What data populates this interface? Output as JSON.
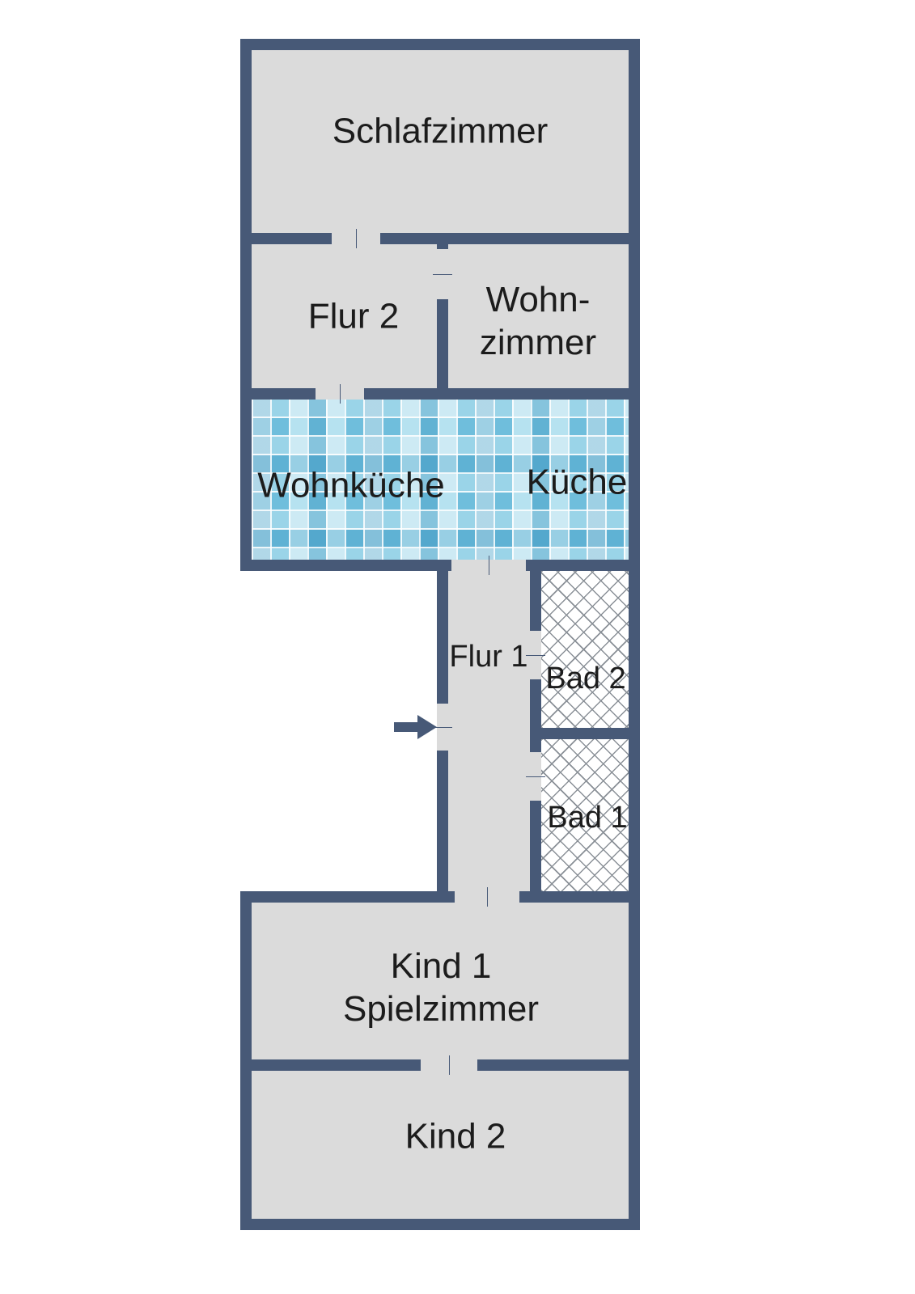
{
  "floorplan": {
    "rooms": {
      "schlafzimmer": {
        "label": "Schlafzimmer"
      },
      "flur2": {
        "label": "Flur 2"
      },
      "wohnzimmer": {
        "line1": "Wohn-",
        "line2": "zimmer"
      },
      "wohnkueche": {
        "label": "Wohnküche"
      },
      "kueche": {
        "label": "Küche"
      },
      "flur1": {
        "label": "Flur 1"
      },
      "bad2": {
        "label": "Bad 2"
      },
      "bad1": {
        "label": "Bad 1"
      },
      "kind1": {
        "line1": "Kind 1",
        "line2": "Spielzimmer"
      },
      "kind2": {
        "label": "Kind 2"
      }
    },
    "icons": {
      "entrance_arrow": "arrow-right"
    },
    "colors": {
      "wall": "#475977",
      "floor": "#dbdbdb",
      "tile_base": "#cdeaf4",
      "tile_mid": "#9ad4e8",
      "tile_dark": "#6fbedc",
      "tile_light": "#b6e2f0",
      "hatch_line": "#8a9097",
      "text": "#1c1c1c",
      "background": "#ffffff"
    }
  }
}
